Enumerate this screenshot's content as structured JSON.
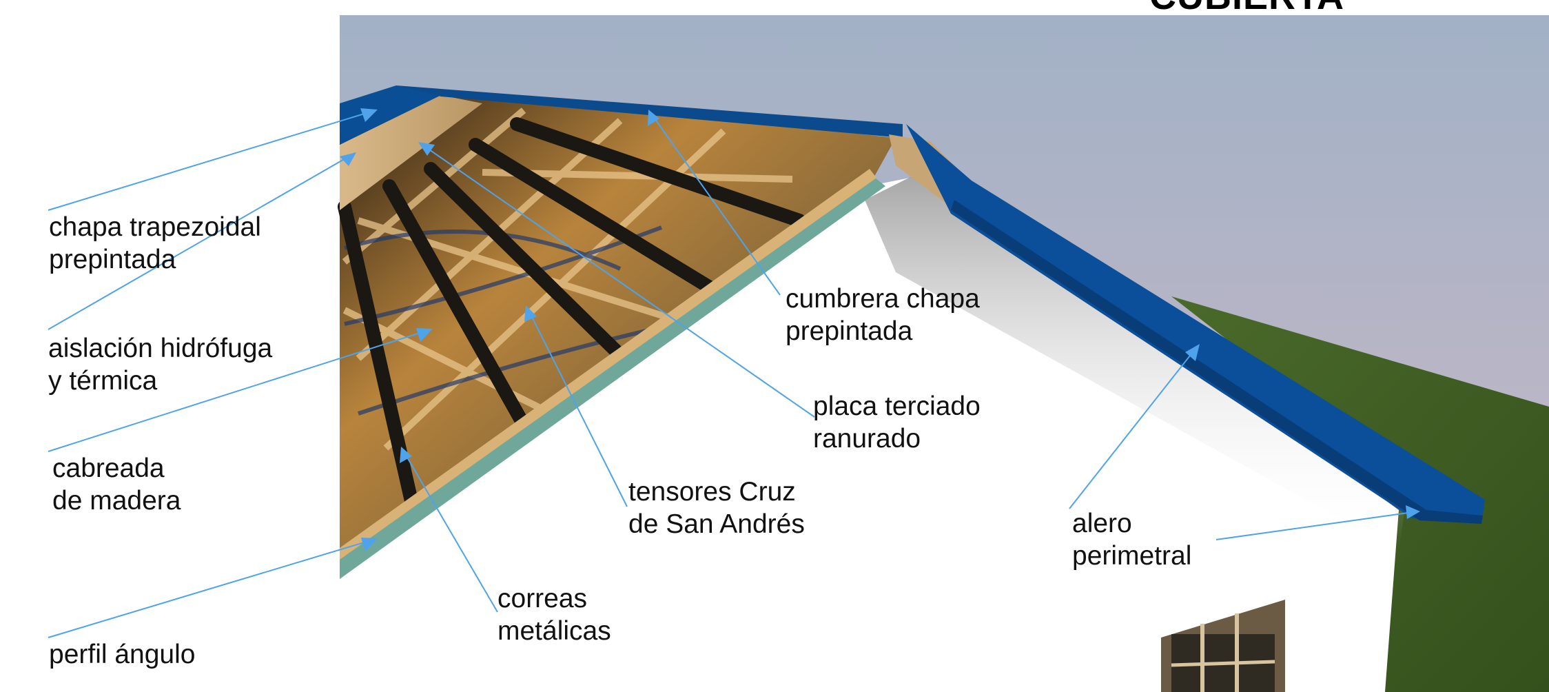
{
  "title": "CUBIERTA",
  "colors": {
    "roof_sheet": "#0a4f96",
    "callout_line": "#4fa3ea",
    "grass": "#3d5a22",
    "wall": "#ffffff",
    "sky_top": "#9fb0c6"
  },
  "labels": [
    {
      "id": "chapa",
      "lines": [
        "chapa trapezoidal",
        "prepintada"
      ]
    },
    {
      "id": "aislacion",
      "lines": [
        "aislación hidrófuga",
        "y térmica"
      ]
    },
    {
      "id": "cabreada",
      "lines": [
        "cabreada",
        "de madera"
      ]
    },
    {
      "id": "perfil",
      "lines": [
        "perfil ángulo"
      ]
    },
    {
      "id": "correas",
      "lines": [
        "correas",
        "metálicas"
      ]
    },
    {
      "id": "tensores",
      "lines": [
        "tensores Cruz",
        "de San Andrés"
      ]
    },
    {
      "id": "cumbrera",
      "lines": [
        "cumbrera chapa",
        "prepintada"
      ]
    },
    {
      "id": "placa",
      "lines": [
        "placa terciado",
        "ranurado"
      ]
    },
    {
      "id": "alero",
      "lines": [
        "alero",
        "perimetral"
      ]
    }
  ]
}
